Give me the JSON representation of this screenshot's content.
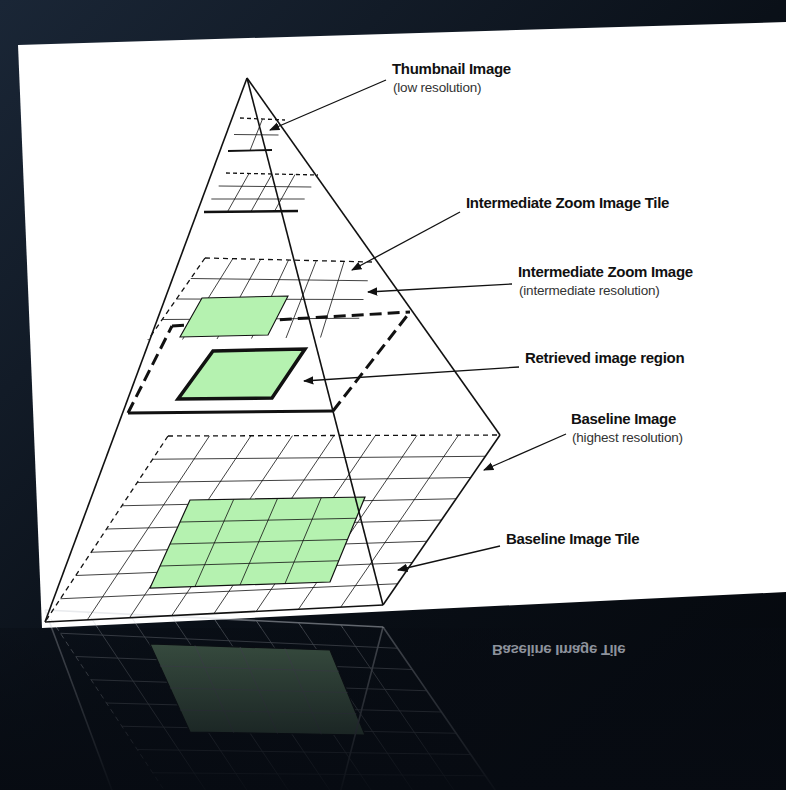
{
  "diagram": {
    "labels": [
      "Thumbnail Image",
      "(low resolution)",
      "Intermediate Zoom Image Tile",
      "Intermediate Zoom Image",
      "(intermediate resolution)",
      "Retrieved image region",
      "Baseline Image",
      "(highest resolution)",
      "Baseline Image Tile",
      "Baseline Image Tile"
    ]
  }
}
